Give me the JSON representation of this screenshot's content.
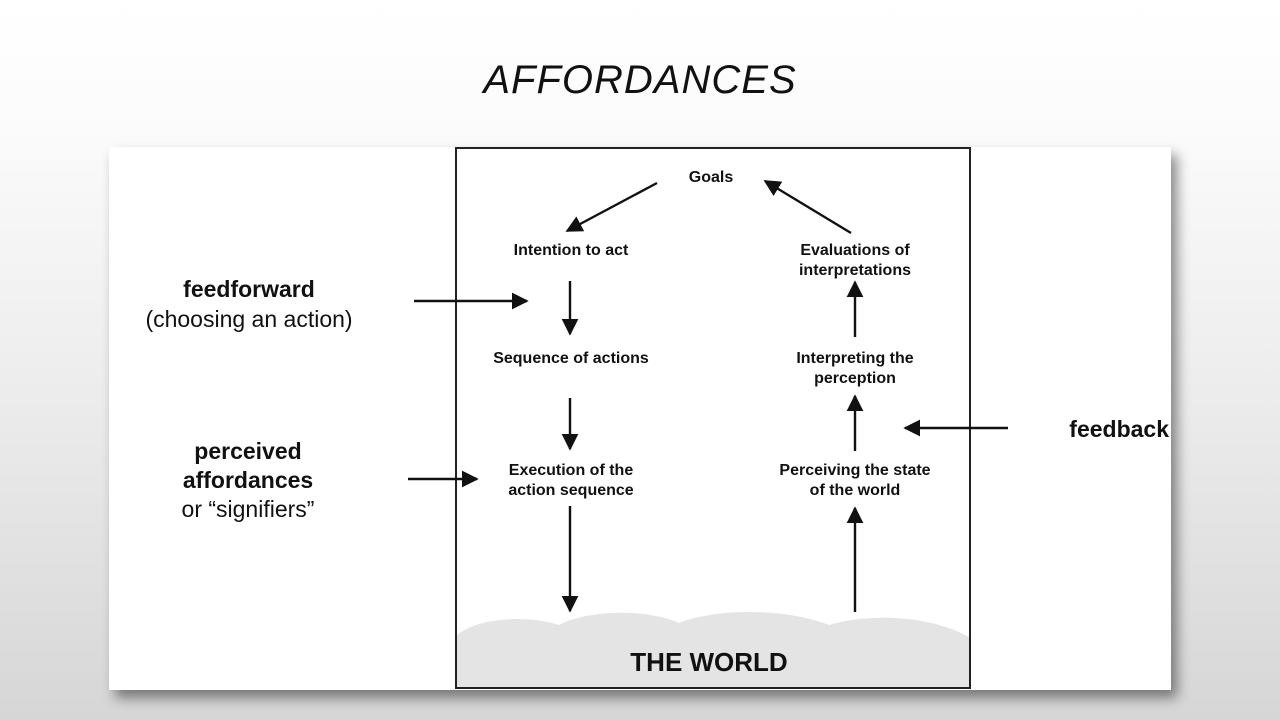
{
  "slide": {
    "title": "AFFORDANCES"
  },
  "diagram": {
    "nodes": {
      "goals": "Goals",
      "intention_1": "Intention to act",
      "sequence": "Sequence of actions",
      "execution_1": "Execution of the",
      "execution_2": "action sequence",
      "evaluations_1": "Evaluations of",
      "evaluations_2": "interpretations",
      "interpreting_1": "Interpreting the",
      "interpreting_2": "perception",
      "perceiving_1": "Perceiving the state",
      "perceiving_2": "of the world",
      "world": "THE WORLD"
    },
    "side_labels": {
      "feedforward_1": "feedforward",
      "feedforward_2": "(choosing an action)",
      "perceived_1": "perceived",
      "perceived_2": "affordances",
      "perceived_3": "or “signifiers”",
      "feedback": "feedback"
    }
  }
}
